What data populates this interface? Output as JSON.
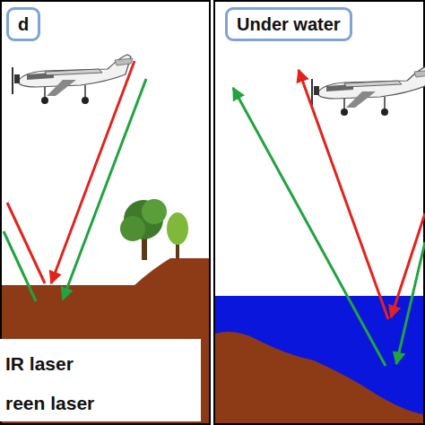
{
  "diagram": {
    "nodes": [
      {
        "text": [
          "d"
        ]
      },
      {
        "text": [
          "Under water"
        ]
      }
    ],
    "legend": [
      {
        "text": "IR laser"
      },
      {
        "text": "reen laser"
      }
    ]
  }
}
